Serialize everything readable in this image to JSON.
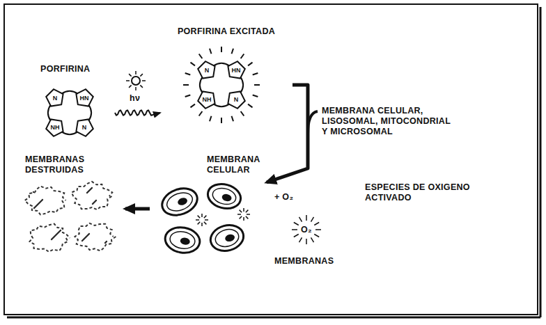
{
  "diagram": {
    "nodes": [
      {
        "text": [
          "PORFIRINA"
        ]
      },
      {
        "text": [
          "PORFIRINA EXCITADA"
        ]
      },
      {
        "text": [
          "MEMBRANA CELULAR"
        ]
      },
      {
        "text": [
          "MEMBRANAS DESTRUIDAS"
        ]
      }
    ],
    "edges": [
      {
        "from": 0,
        "to": 1,
        "arrow": "to"
      },
      {
        "from": 1,
        "to": 2,
        "arrow": "to"
      },
      {
        "from": 2,
        "to": 3,
        "arrow": "to"
      }
    ],
    "labels": [
      "hν",
      "MEMBRANA CELULAR, LISOSOMAL, MITOCONDRIAL Y MICROSOMAL",
      "+ O₂",
      "ESPECIES DE OXIGENO ACTIVADO",
      "O₂",
      "MEMBRANAS",
      "N",
      "HN",
      "NH",
      "N",
      "N",
      "HN",
      "NH",
      "N"
    ]
  }
}
